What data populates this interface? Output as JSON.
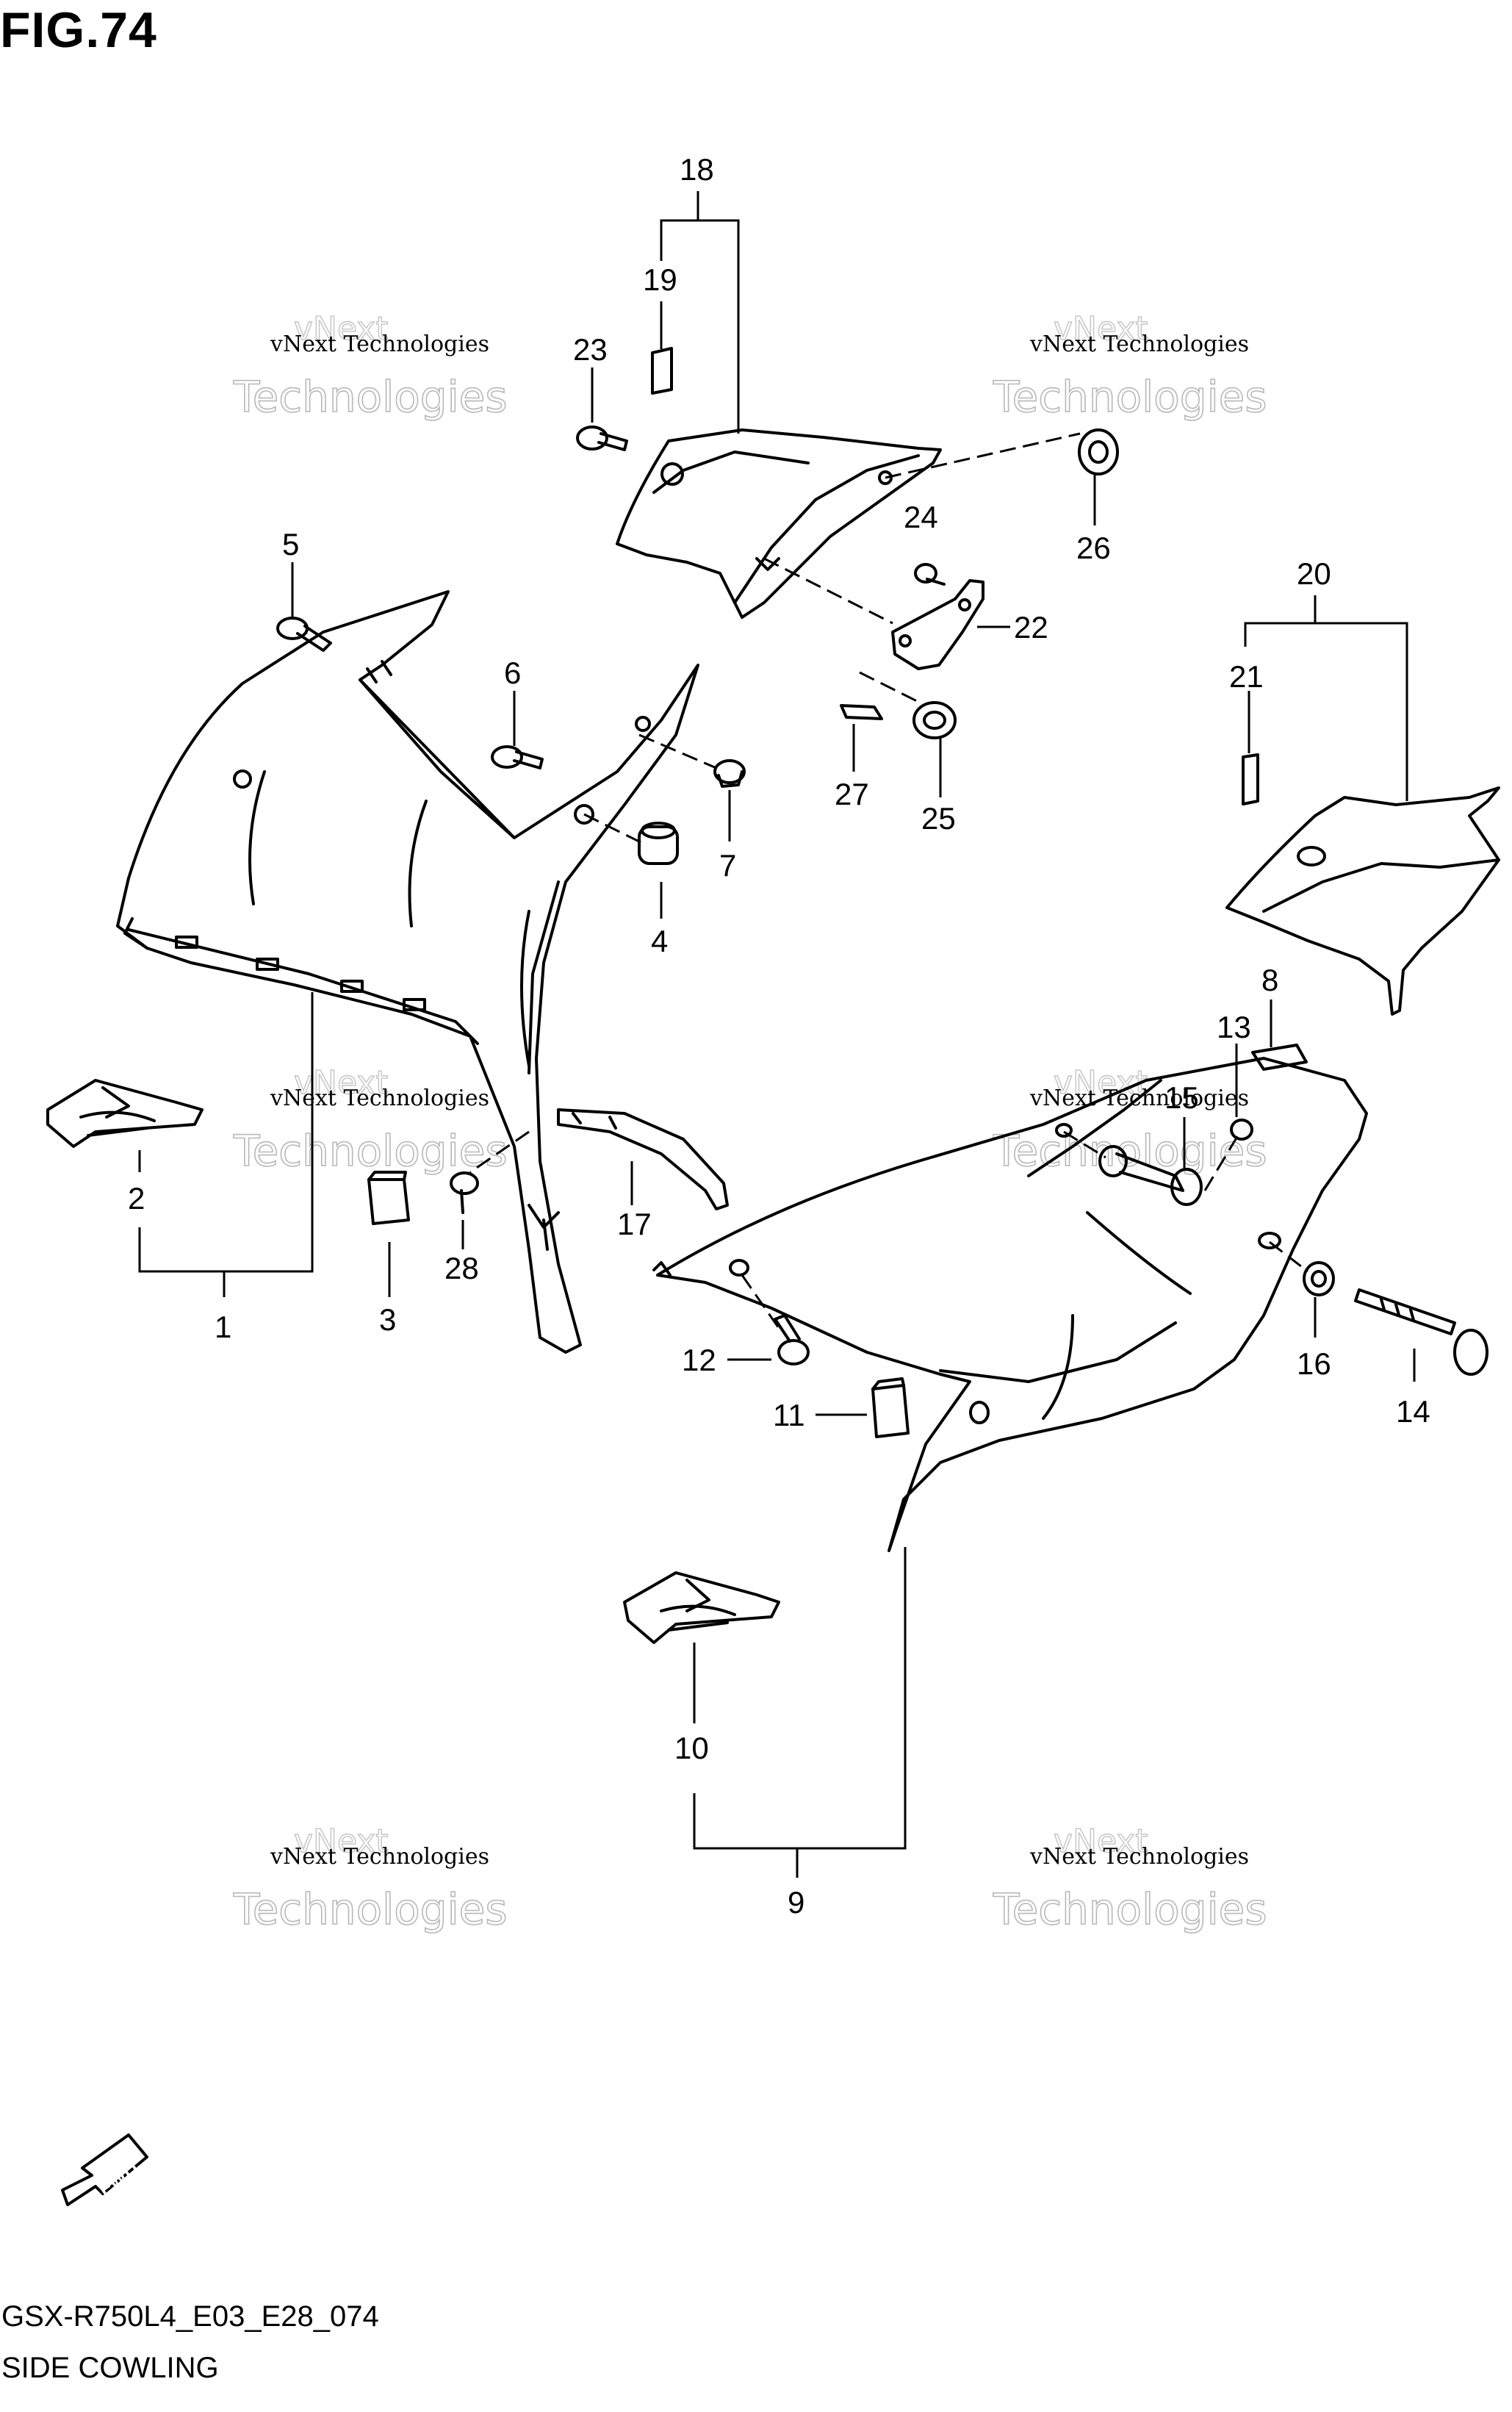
{
  "figure": {
    "title": "FIG.74"
  },
  "footer": {
    "model_code": "GSX-R750L4_E03_E28_074",
    "section_name": "SIDE COWLING"
  },
  "fwd_arrow": {
    "label": "FWD"
  },
  "watermark": {
    "line1": "vNext Technologies",
    "line2": "Technologies",
    "line3": "vNext"
  },
  "callouts": {
    "p1": "1",
    "p2": "2",
    "p3": "3",
    "p4": "4",
    "p5": "5",
    "p6": "6",
    "p7": "7",
    "p8": "8",
    "p9": "9",
    "p10": "10",
    "p11": "11",
    "p12": "12",
    "p13": "13",
    "p14": "14",
    "p15": "15",
    "p16": "16",
    "p17": "17",
    "p18": "18",
    "p19": "19",
    "p20": "20",
    "p21": "21",
    "p22": "22",
    "p23": "23",
    "p24": "24",
    "p25": "25",
    "p26": "26",
    "p27": "27",
    "p28": "28"
  }
}
